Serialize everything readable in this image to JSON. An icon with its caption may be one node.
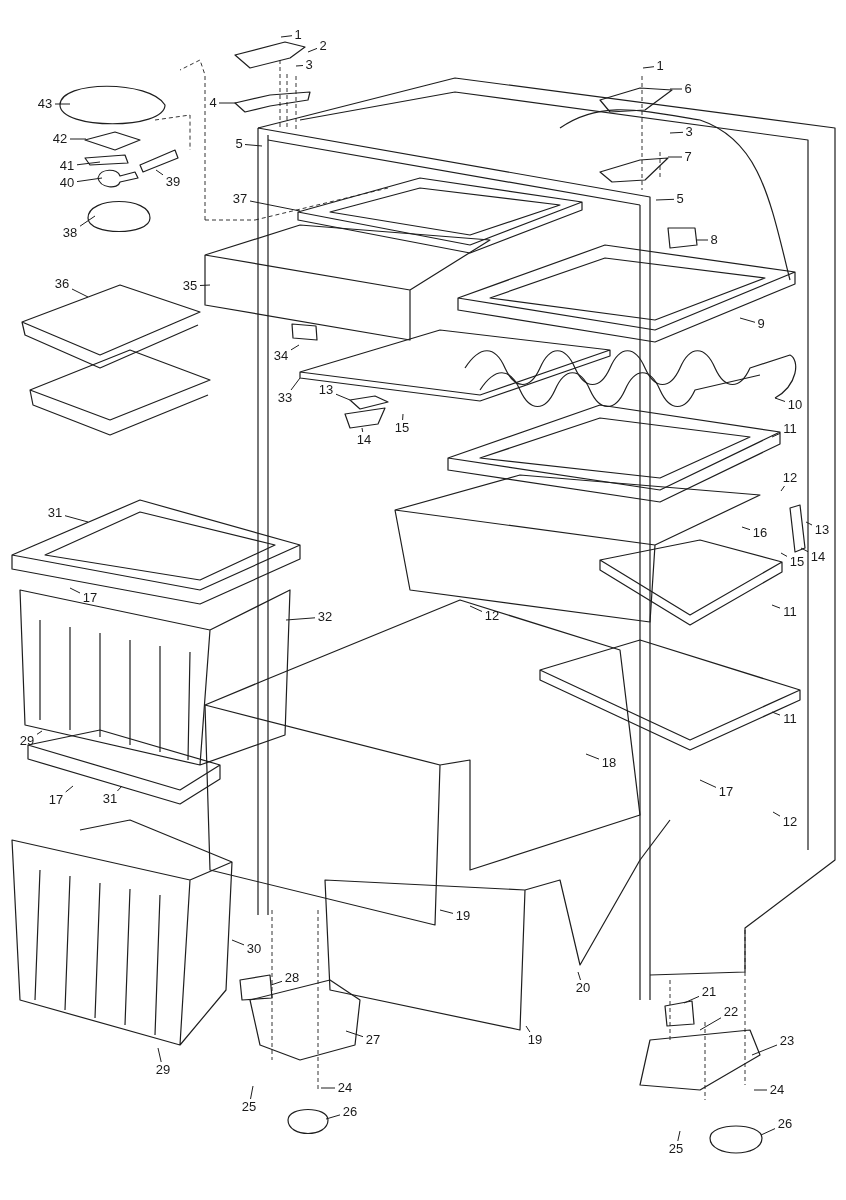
{
  "diagram": {
    "nodes": [
      {
        "text": [
          "1"
        ]
      },
      {
        "text": [
          "2"
        ]
      },
      {
        "text": [
          "3"
        ]
      },
      {
        "text": [
          "1"
        ]
      },
      {
        "text": [
          "6"
        ]
      },
      {
        "text": [
          "4"
        ]
      },
      {
        "text": [
          "43"
        ]
      },
      {
        "text": [
          "3"
        ]
      },
      {
        "text": [
          "42"
        ]
      },
      {
        "text": [
          "5"
        ]
      },
      {
        "text": [
          "7"
        ]
      },
      {
        "text": [
          "41"
        ]
      },
      {
        "text": [
          "40"
        ]
      },
      {
        "text": [
          "39"
        ]
      },
      {
        "text": [
          "5"
        ]
      },
      {
        "text": [
          "37"
        ]
      },
      {
        "text": [
          "38"
        ]
      },
      {
        "text": [
          "8"
        ]
      },
      {
        "text": [
          "36"
        ]
      },
      {
        "text": [
          "35"
        ]
      },
      {
        "text": [
          "9"
        ]
      },
      {
        "text": [
          "34"
        ]
      },
      {
        "text": [
          "13"
        ]
      },
      {
        "text": [
          "33"
        ]
      },
      {
        "text": [
          "10"
        ]
      },
      {
        "text": [
          "15"
        ]
      },
      {
        "text": [
          "11"
        ]
      },
      {
        "text": [
          "14"
        ]
      },
      {
        "text": [
          "12"
        ]
      },
      {
        "text": [
          "31"
        ]
      },
      {
        "text": [
          "13"
        ]
      },
      {
        "text": [
          "16"
        ]
      },
      {
        "text": [
          "14"
        ]
      },
      {
        "text": [
          "15"
        ]
      },
      {
        "text": [
          "17"
        ]
      },
      {
        "text": [
          "12"
        ]
      },
      {
        "text": [
          "11"
        ]
      },
      {
        "text": [
          "32"
        ]
      },
      {
        "text": [
          "11"
        ]
      },
      {
        "text": [
          "29"
        ]
      },
      {
        "text": [
          "18"
        ]
      },
      {
        "text": [
          "17"
        ]
      },
      {
        "text": [
          "31"
        ]
      },
      {
        "text": [
          "17"
        ]
      },
      {
        "text": [
          "12"
        ]
      },
      {
        "text": [
          "19"
        ]
      },
      {
        "text": [
          "30"
        ]
      },
      {
        "text": [
          "28"
        ]
      },
      {
        "text": [
          "20"
        ]
      },
      {
        "text": [
          "21"
        ]
      },
      {
        "text": [
          "22"
        ]
      },
      {
        "text": [
          "27"
        ]
      },
      {
        "text": [
          "19"
        ]
      },
      {
        "text": [
          "23"
        ]
      },
      {
        "text": [
          "29"
        ]
      },
      {
        "text": [
          "24"
        ]
      },
      {
        "text": [
          "24"
        ]
      },
      {
        "text": [
          "25"
        ]
      },
      {
        "text": [
          "26"
        ]
      },
      {
        "text": [
          "26"
        ]
      },
      {
        "text": [
          "25"
        ]
      }
    ],
    "edges": [
      {
        "from": 0,
        "to": null,
        "arrow": "none"
      },
      {
        "from": 1,
        "to": null,
        "arrow": "none"
      },
      {
        "from": 2,
        "to": null,
        "arrow": "none"
      },
      {
        "from": 3,
        "to": null,
        "arrow": "none"
      },
      {
        "from": 4,
        "to": null,
        "arrow": "none"
      },
      {
        "from": 5,
        "to": null,
        "arrow": "none"
      },
      {
        "from": 6,
        "to": null,
        "arrow": "none"
      },
      {
        "from": 7,
        "to": null,
        "arrow": "none"
      },
      {
        "from": 8,
        "to": null,
        "arrow": "none"
      },
      {
        "from": 9,
        "to": null,
        "arrow": "none"
      },
      {
        "from": 10,
        "to": null,
        "arrow": "none"
      },
      {
        "from": 11,
        "to": null,
        "arrow": "none"
      },
      {
        "from": 12,
        "to": null,
        "arrow": "none"
      },
      {
        "from": 13,
        "to": null,
        "arrow": "none"
      },
      {
        "from": 14,
        "to": null,
        "arrow": "none"
      },
      {
        "from": 15,
        "to": null,
        "arrow": "none"
      },
      {
        "from": 16,
        "to": null,
        "arrow": "none"
      },
      {
        "from": 17,
        "to": null,
        "arrow": "none"
      },
      {
        "from": 18,
        "to": null,
        "arrow": "none"
      },
      {
        "from": 19,
        "to": null,
        "arrow": "none"
      },
      {
        "from": 20,
        "to": null,
        "arrow": "none"
      },
      {
        "from": 21,
        "to": null,
        "arrow": "none"
      },
      {
        "from": 22,
        "to": null,
        "arrow": "none"
      },
      {
        "from": 23,
        "to": null,
        "arrow": "none"
      },
      {
        "from": 24,
        "to": null,
        "arrow": "none"
      },
      {
        "from": 25,
        "to": null,
        "arrow": "none"
      },
      {
        "from": 26,
        "to": null,
        "arrow": "none"
      },
      {
        "from": 27,
        "to": null,
        "arrow": "none"
      },
      {
        "from": 28,
        "to": null,
        "arrow": "none"
      },
      {
        "from": 29,
        "to": null,
        "arrow": "none"
      },
      {
        "from": 30,
        "to": null,
        "arrow": "none"
      },
      {
        "from": 31,
        "to": null,
        "arrow": "none"
      },
      {
        "from": 32,
        "to": null,
        "arrow": "none"
      },
      {
        "from": 33,
        "to": null,
        "arrow": "none"
      },
      {
        "from": 34,
        "to": null,
        "arrow": "none"
      },
      {
        "from": 35,
        "to": null,
        "arrow": "none"
      },
      {
        "from": 36,
        "to": null,
        "arrow": "none"
      },
      {
        "from": 37,
        "to": null,
        "arrow": "none"
      },
      {
        "from": 38,
        "to": null,
        "arrow": "none"
      },
      {
        "from": 39,
        "to": null,
        "arrow": "none"
      },
      {
        "from": 40,
        "to": null,
        "arrow": "none"
      },
      {
        "from": 41,
        "to": null,
        "arrow": "none"
      },
      {
        "from": 42,
        "to": null,
        "arrow": "none"
      },
      {
        "from": 43,
        "to": null,
        "arrow": "none"
      },
      {
        "from": 44,
        "to": null,
        "arrow": "none"
      },
      {
        "from": 45,
        "to": null,
        "arrow": "none"
      },
      {
        "from": 46,
        "to": null,
        "arrow": "none"
      },
      {
        "from": 47,
        "to": null,
        "arrow": "none"
      },
      {
        "from": 48,
        "to": null,
        "arrow": "none"
      },
      {
        "from": 49,
        "to": null,
        "arrow": "none"
      },
      {
        "from": 50,
        "to": null,
        "arrow": "none"
      },
      {
        "from": 51,
        "to": null,
        "arrow": "none"
      },
      {
        "from": 52,
        "to": null,
        "arrow": "none"
      },
      {
        "from": 53,
        "to": null,
        "arrow": "none"
      },
      {
        "from": 54,
        "to": null,
        "arrow": "none"
      },
      {
        "from": 55,
        "to": null,
        "arrow": "none"
      },
      {
        "from": 56,
        "to": null,
        "arrow": "none"
      },
      {
        "from": 57,
        "to": null,
        "arrow": "none"
      },
      {
        "from": 58,
        "to": null,
        "arrow": "none"
      },
      {
        "from": 59,
        "to": null,
        "arrow": "none"
      },
      {
        "from": 60,
        "to": null,
        "arrow": "none"
      }
    ]
  }
}
